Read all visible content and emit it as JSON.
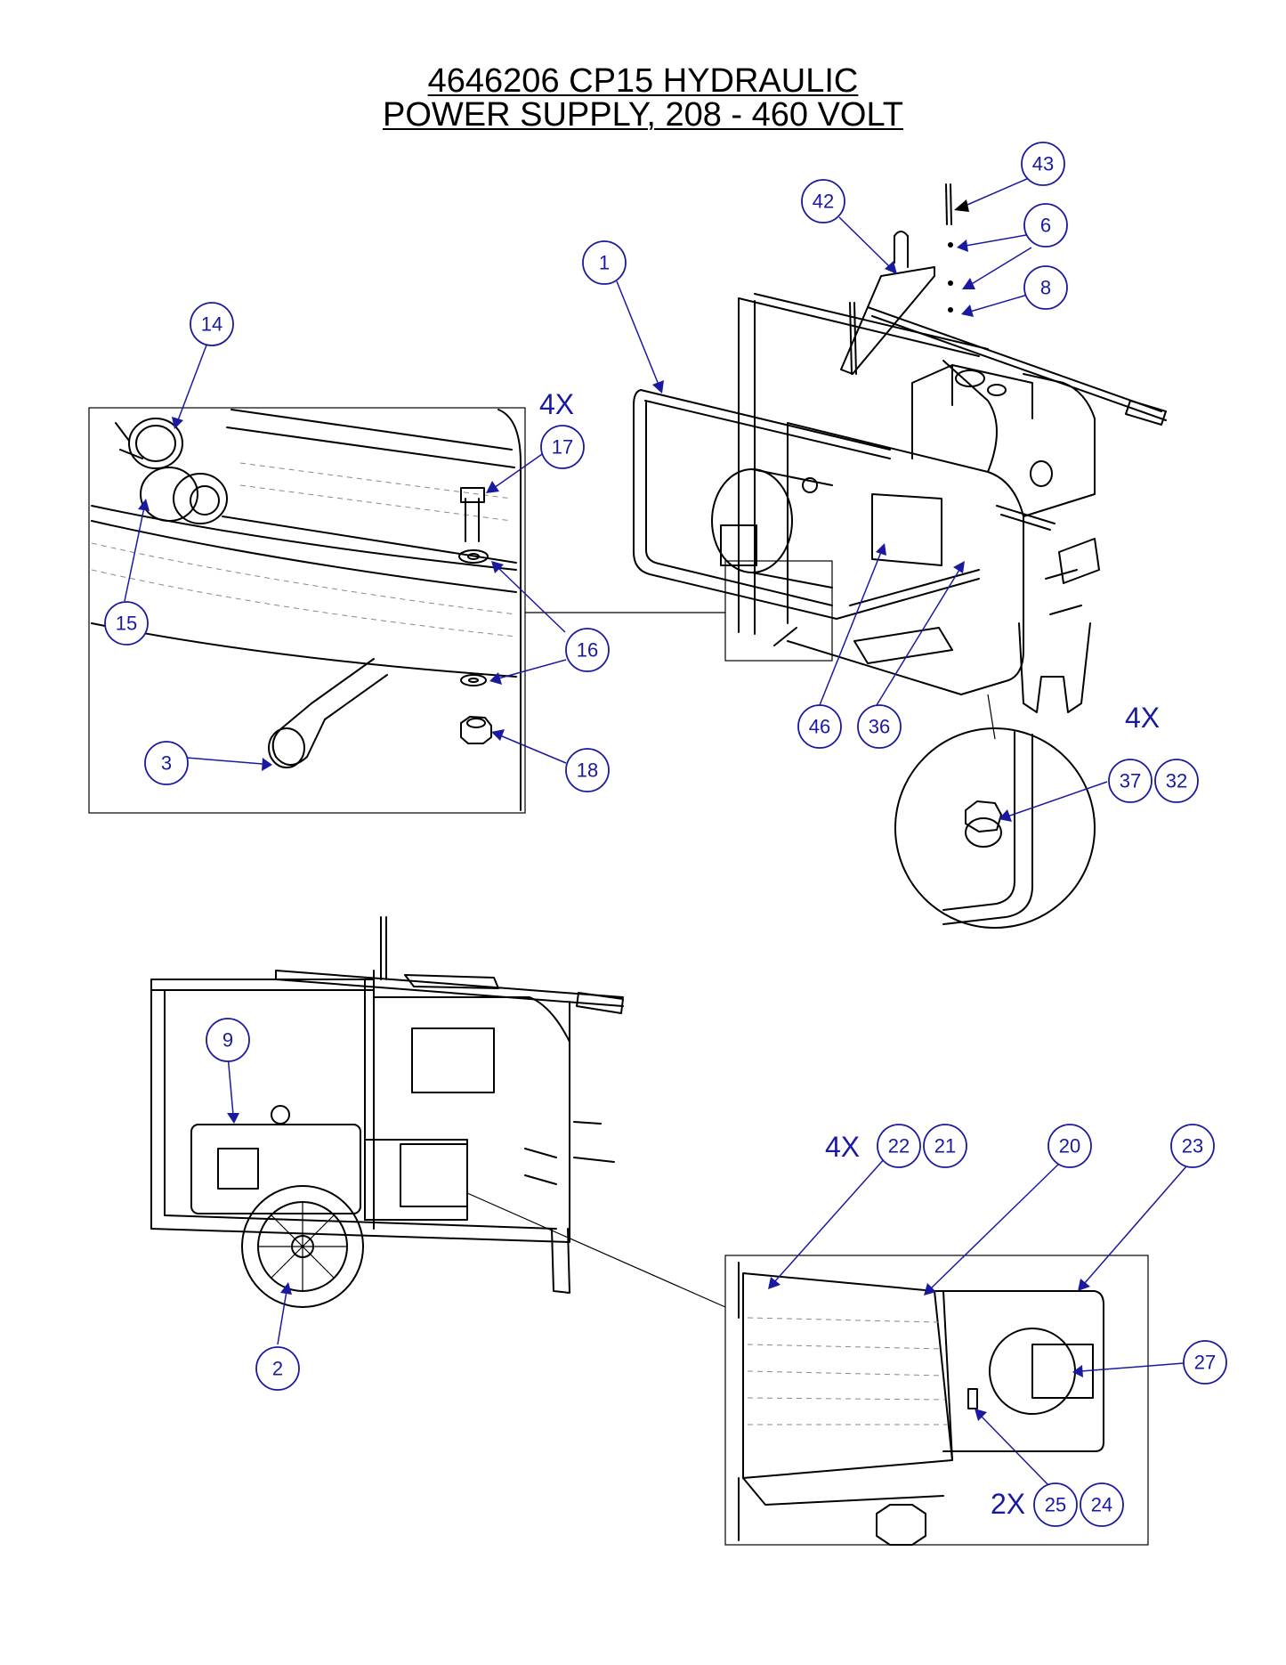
{
  "title": {
    "line1": "4646206 CP15 HYDRAULIC",
    "line2": "POWER SUPPLY, 208 - 460 VOLT"
  },
  "callouts": [
    {
      "id": "43",
      "label": "43"
    },
    {
      "id": "42",
      "label": "42"
    },
    {
      "id": "6",
      "label": "6"
    },
    {
      "id": "8",
      "label": "8"
    },
    {
      "id": "1",
      "label": "1"
    },
    {
      "id": "14",
      "label": "14"
    },
    {
      "id": "17",
      "label": "17"
    },
    {
      "id": "15",
      "label": "15"
    },
    {
      "id": "16",
      "label": "16"
    },
    {
      "id": "3",
      "label": "3"
    },
    {
      "id": "18",
      "label": "18"
    },
    {
      "id": "46",
      "label": "46"
    },
    {
      "id": "36",
      "label": "36"
    },
    {
      "id": "37",
      "label": "37"
    },
    {
      "id": "32",
      "label": "32"
    },
    {
      "id": "9",
      "label": "9"
    },
    {
      "id": "2",
      "label": "2"
    },
    {
      "id": "22",
      "label": "22"
    },
    {
      "id": "21",
      "label": "21"
    },
    {
      "id": "20",
      "label": "20"
    },
    {
      "id": "23",
      "label": "23"
    },
    {
      "id": "27",
      "label": "27"
    },
    {
      "id": "25",
      "label": "25"
    },
    {
      "id": "24",
      "label": "24"
    }
  ],
  "quantities": {
    "q_detail_a": "4X",
    "q_detail_b": "4X",
    "q_detail_c": "4X",
    "q_detail_d": "2X"
  },
  "colors": {
    "callout": "#1a1aa0",
    "line": "#000000"
  }
}
